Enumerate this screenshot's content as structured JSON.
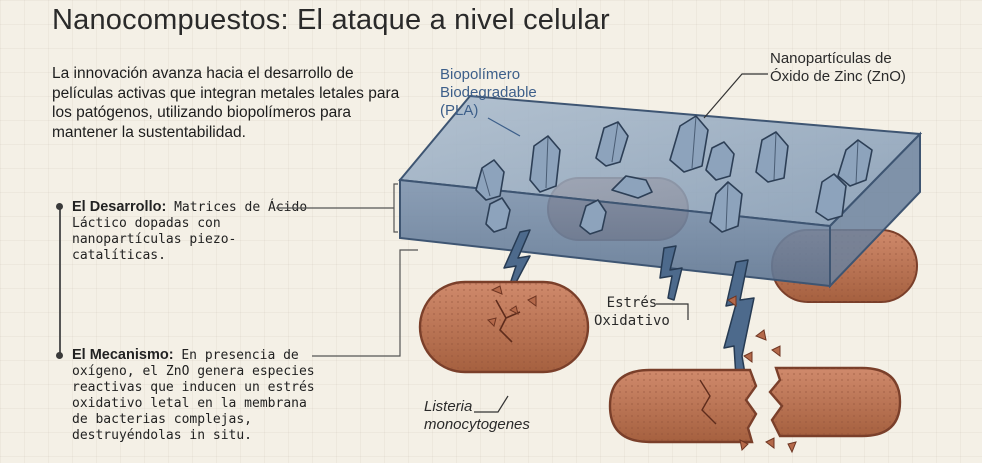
{
  "title": "Nanocompuestos: El ataque a nivel celular",
  "intro": "La innovación avanza hacia el desarrollo de películas activas que integran metales letales para los patógenos, utilizando biopolímeros para mantener la sustentabilidad.",
  "bullets": [
    {
      "heading": "El Desarrollo:",
      "text": "Matrices de Ácido Láctico dopadas con nanopartículas piezo-catalíticas."
    },
    {
      "heading": "El Mecanismo:",
      "text": "En presencia de oxígeno, el ZnO genera especies reactivas que inducen un estrés oxidativo letal en la membrana de bacterias complejas, destruyéndolas in situ."
    }
  ],
  "labels": {
    "biopolymer": [
      "Biopolímero",
      "Biodegradable",
      "(PLA)"
    ],
    "nanoparticles": [
      "Nanopartículas de",
      "Óxido de Zinc (ZnO)"
    ],
    "stress": [
      "Estrés",
      "Oxidativo"
    ],
    "bacteria": [
      "Listeria",
      "monocytogenes"
    ]
  },
  "colors": {
    "slab_top": "#8fa5bd",
    "slab_side": "#6f87a3",
    "bacteria": "#c07a5e",
    "bacteria_dark": "#8e4f38",
    "label_blue": "#3d5f8a",
    "background": "#f4f0e6"
  }
}
